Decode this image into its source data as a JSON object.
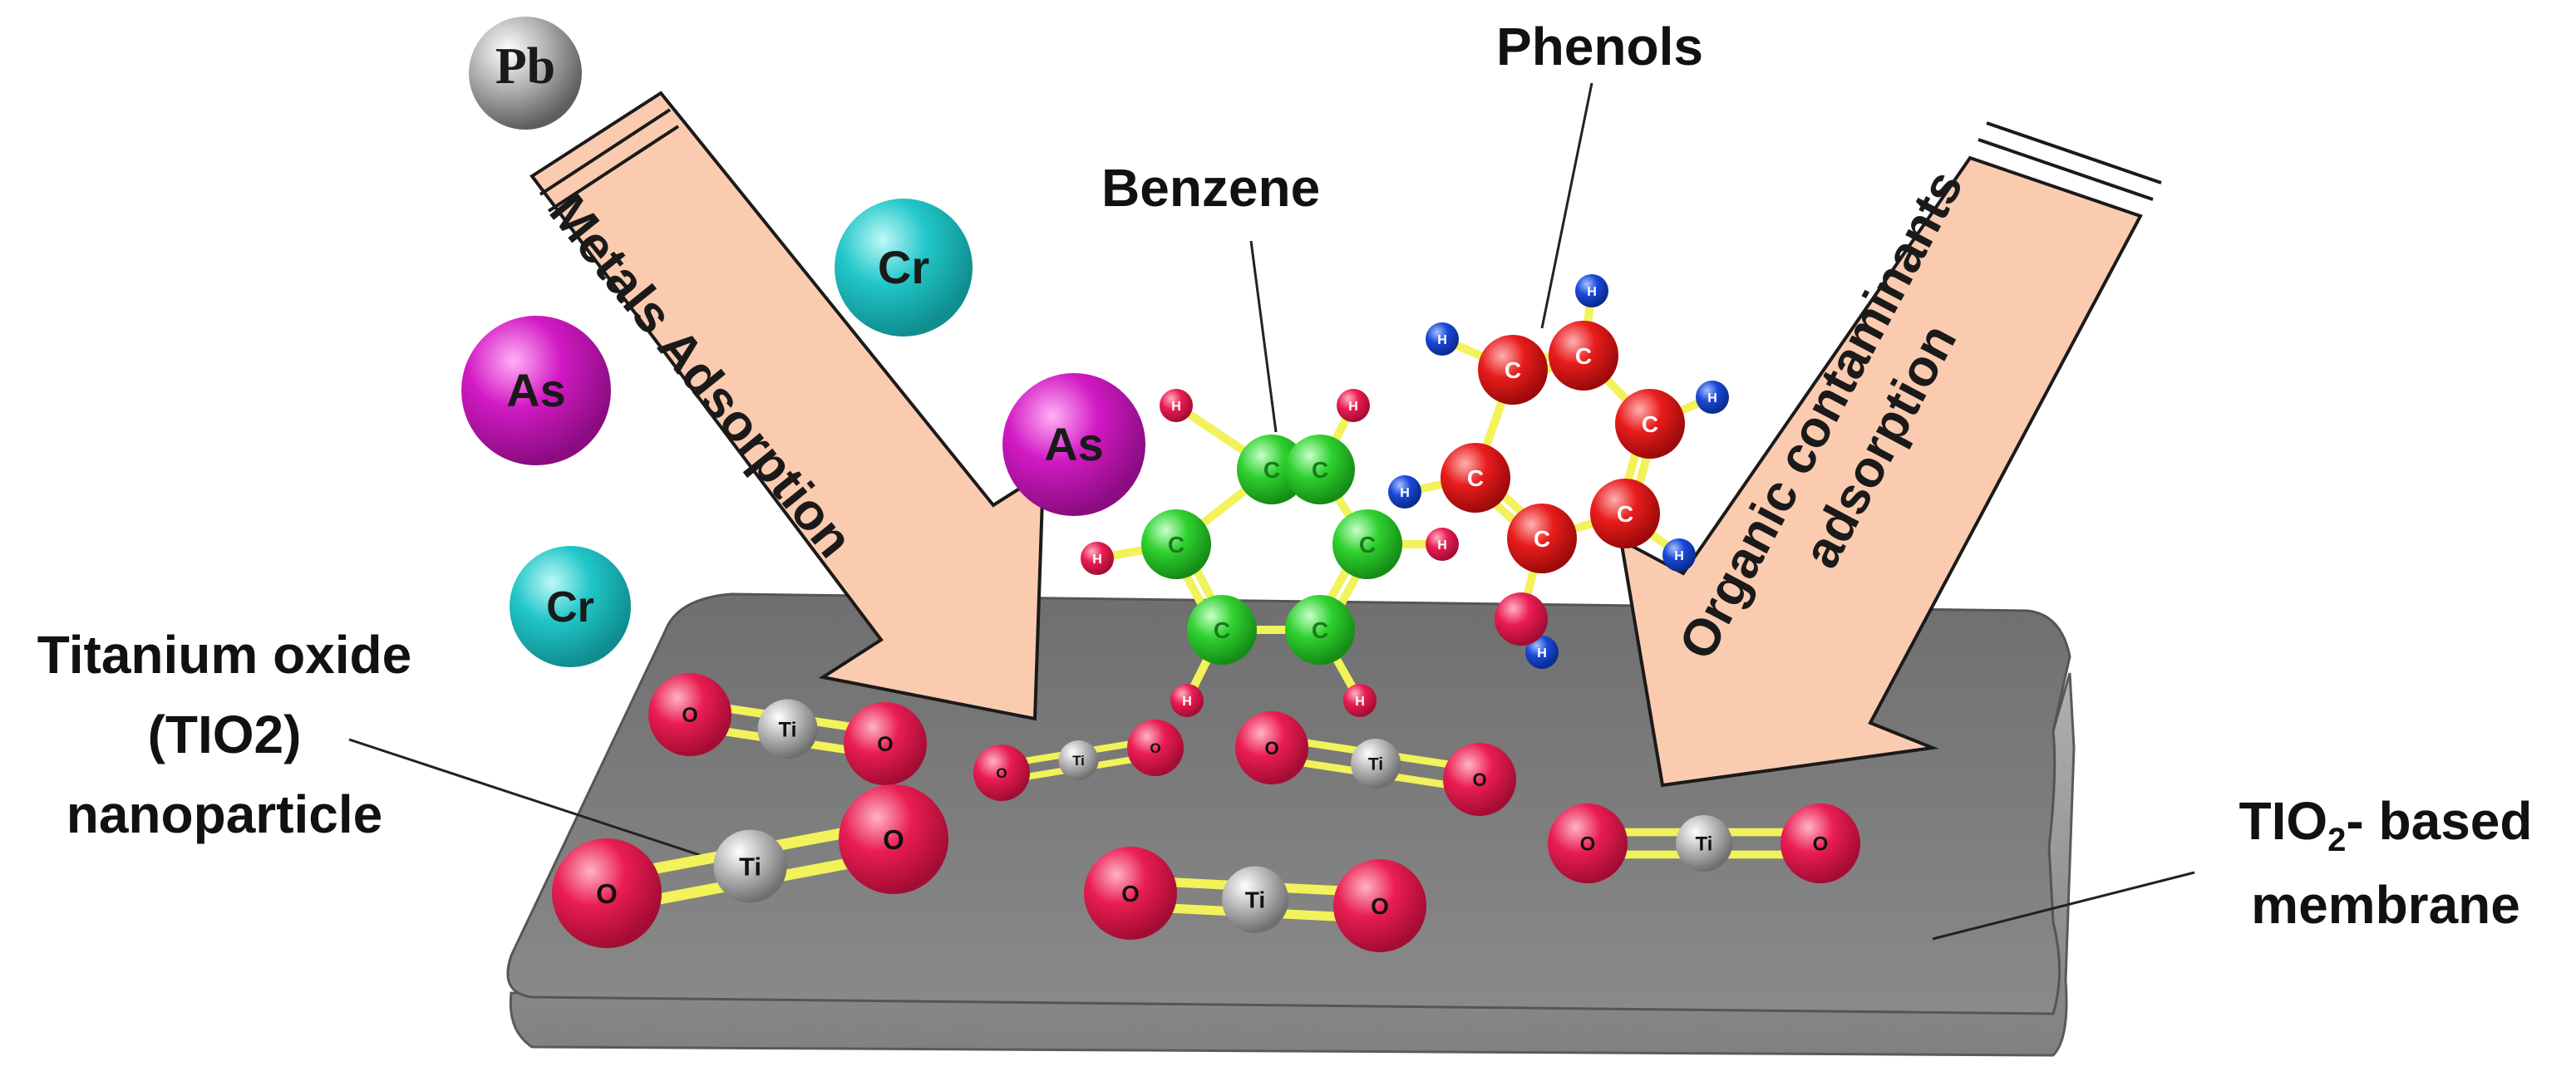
{
  "labels": {
    "phenols": "Phenols",
    "benzene": "Benzene",
    "tio2_np_line1": "Titanium oxide",
    "tio2_np_line2": "(TIO2)",
    "tio2_np_line3": "nanoparticle",
    "membrane_line1_a": "TIO",
    "membrane_line1_sub": "2",
    "membrane_line1_b": "- based",
    "membrane_line2": "membrane"
  },
  "arrows": {
    "metals": "Metals Adsorption",
    "organic_line1": "Organic contaminants",
    "organic_line2": "adsorption"
  },
  "atoms": {
    "pb": "Pb",
    "cr": "Cr",
    "as": "As",
    "ti": "Ti",
    "o": "O",
    "c": "C",
    "h": "H"
  },
  "colors": {
    "membrane_top": "#7f7f7f",
    "membrane_side": "#9a9a9a",
    "arrow_fill": "#fbcbb0",
    "arrow_stroke": "#1a1a1a",
    "pb": "#9a9a9a",
    "cr": "#22c7c9",
    "as": "#d21ac4",
    "oxygen": "#ea1d52",
    "titanium": "#b5b5b5",
    "bond": "#f2f25a",
    "carbon_benzene": "#2fd12f",
    "carbon_phenol": "#e81c1c",
    "hydrogen_benzene": "#ea1d52",
    "hydrogen_phenol": "#1a49d8"
  }
}
